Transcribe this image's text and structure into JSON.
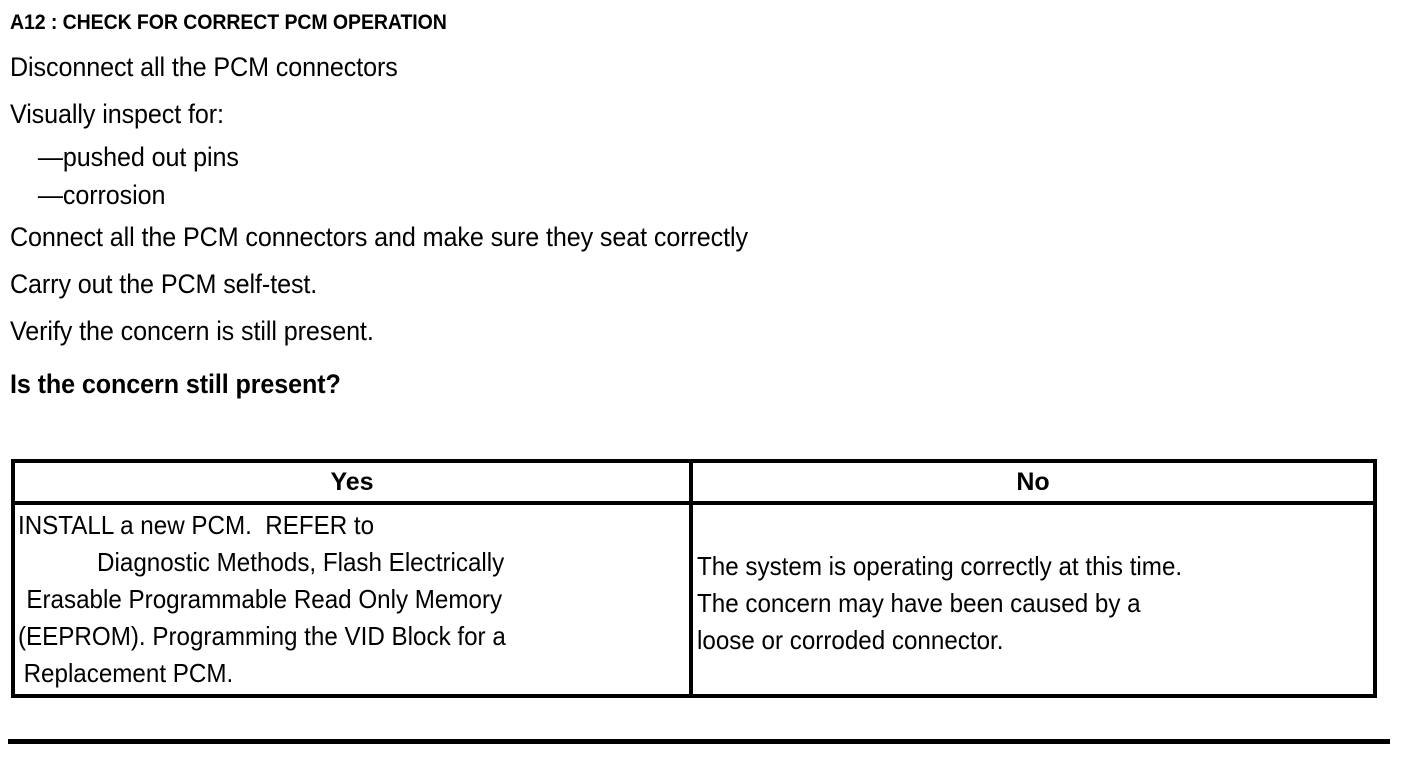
{
  "document": {
    "step_id": "A12",
    "title": "A12 : CHECK FOR CORRECT PCM OPERATION",
    "instructions": [
      "Disconnect all the PCM connectors",
      "Visually inspect for:"
    ],
    "inspect_items": [
      "—pushed out pins",
      "—corrosion"
    ],
    "instructions_2": [
      "Connect all the PCM connectors and make sure they seat correctly",
      "Carry out the PCM self-test.",
      "Verify the concern is still present."
    ],
    "question": "Is the concern still present?"
  },
  "decision_table": {
    "headers": {
      "yes": "Yes",
      "no": "No"
    },
    "yes_cell": {
      "lines": [
        "INSTALL a new PCM.  REFER to",
        "Diagnostic Methods, Flash Electrically",
        "Erasable Programmable Read Only Memory",
        "(EEPROM). Programming the VID Block for a",
        "Replacement PCM."
      ]
    },
    "no_cell": {
      "lines": [
        "The system is operating correctly at this time.",
        "The concern may have been caused by a",
        "loose or corroded connector."
      ]
    }
  },
  "colors": {
    "text": "#000000",
    "background": "#ffffff",
    "border": "#000000"
  }
}
